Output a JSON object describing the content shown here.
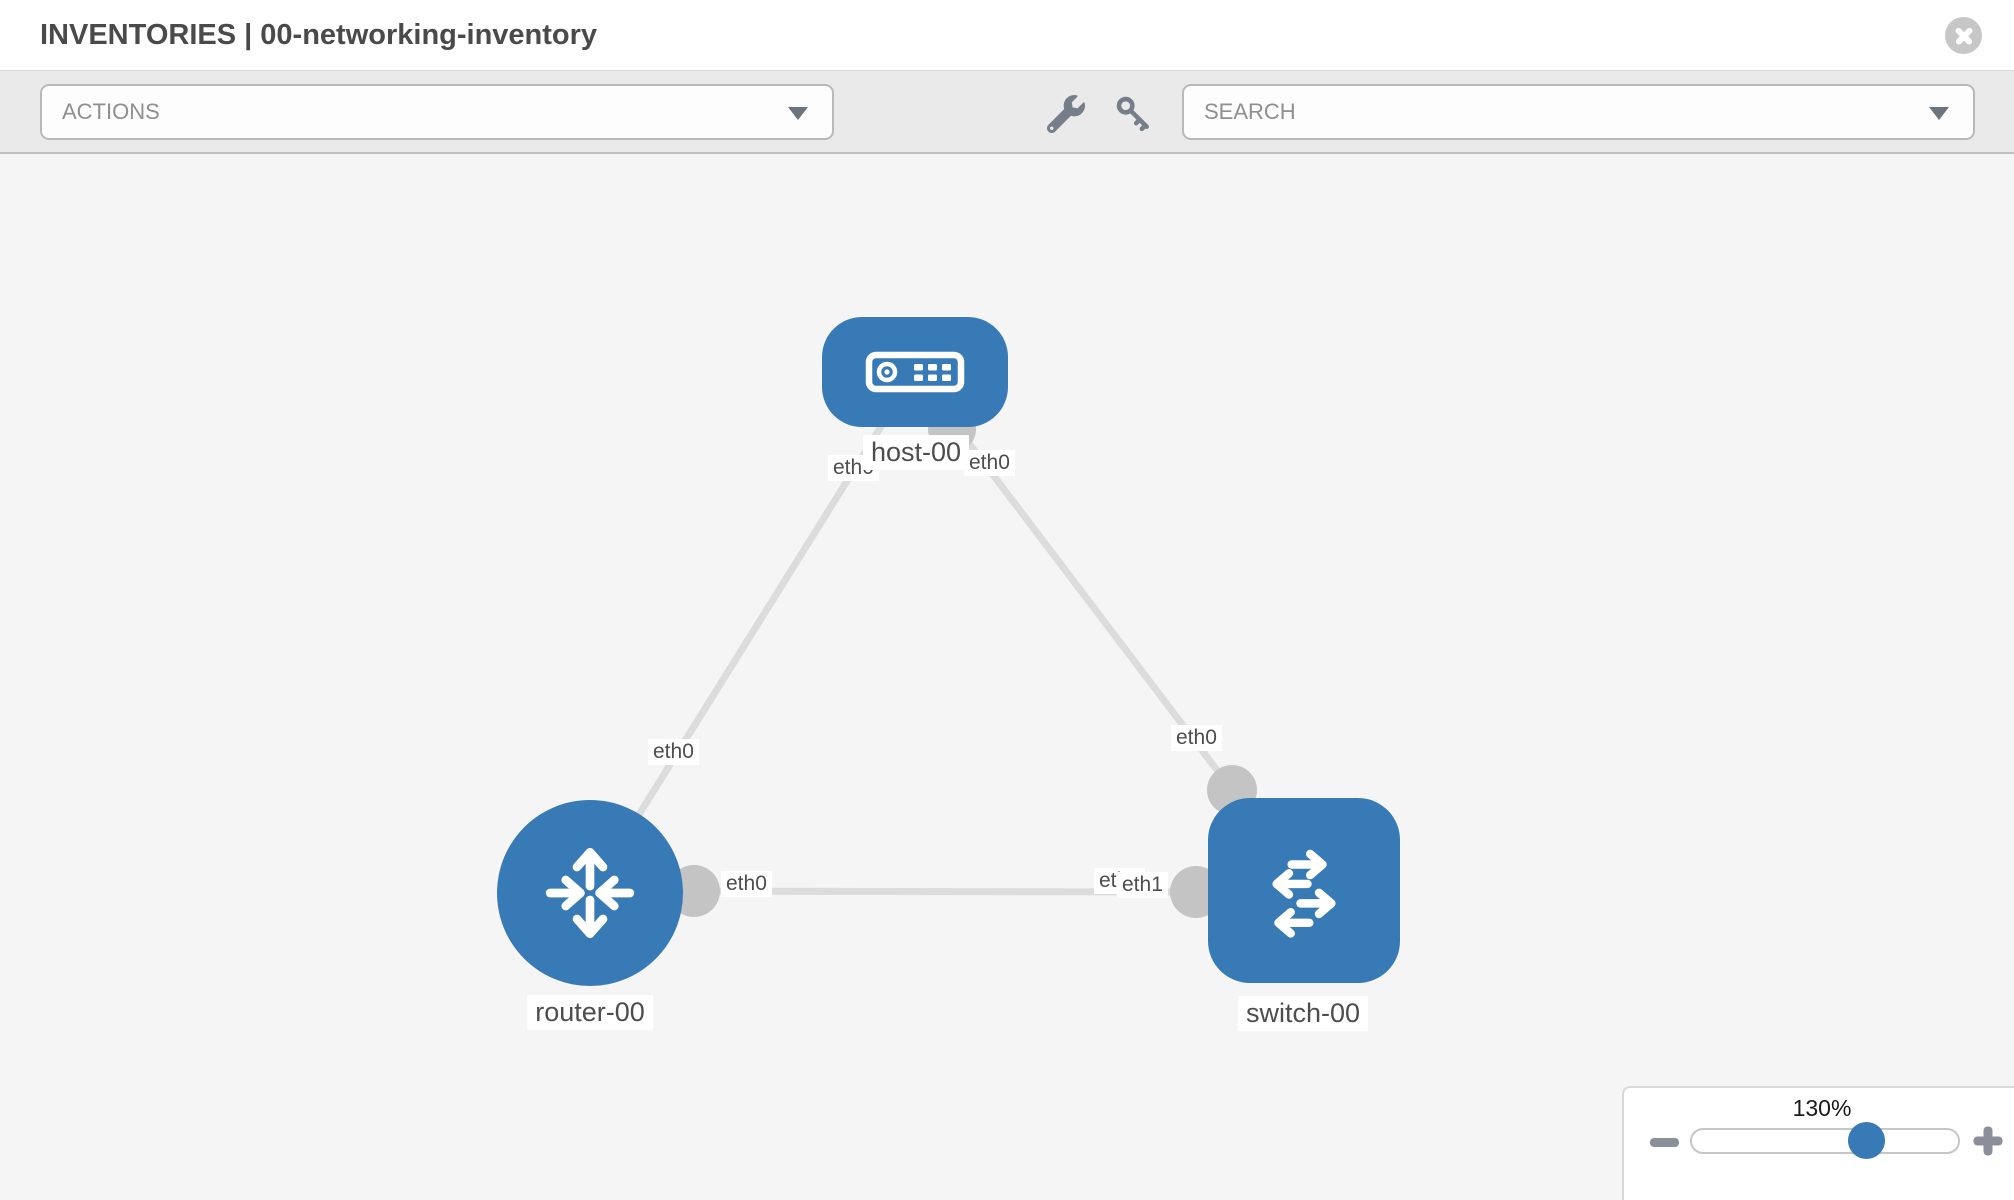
{
  "header": {
    "title": "INVENTORIES | 00-networking-inventory"
  },
  "toolbar": {
    "actions_label": "ACTIONS",
    "search_label": "SEARCH"
  },
  "icons": {
    "close": "circle-x",
    "wrench": "wrench",
    "key": "key",
    "dropdown_caret": "triangle-down",
    "zoom_out": "minus",
    "zoom_in": "plus"
  },
  "topology": {
    "nodes": [
      {
        "id": "host-00",
        "type": "host",
        "label": "host-00"
      },
      {
        "id": "router-00",
        "type": "router",
        "label": "router-00"
      },
      {
        "id": "switch-00",
        "type": "switch",
        "label": "switch-00"
      }
    ],
    "links": [
      {
        "from": "host-00",
        "to": "router-00"
      },
      {
        "from": "host-00",
        "to": "switch-00"
      },
      {
        "from": "router-00",
        "to": "switch-00"
      }
    ],
    "interfaces": [
      {
        "label": "eth0",
        "node": "host-00",
        "link": "host-00_router-00"
      },
      {
        "label": "eth0",
        "node": "host-00",
        "link": "host-00_switch-00"
      },
      {
        "label": "eth0",
        "node": "router-00",
        "link": "host-00_router-00"
      },
      {
        "label": "eth0",
        "node": "switch-00",
        "link": "host-00_switch-00"
      },
      {
        "label": "eth0",
        "node": "router-00",
        "link": "router-00_switch-00"
      },
      {
        "label": "eth0",
        "node": "switch-00",
        "link": "router-00_switch-00",
        "note": "partially covered by eth1 label"
      },
      {
        "label": "eth1",
        "node": "switch-00",
        "link": "router-00_switch-00"
      }
    ]
  },
  "zoom_control": {
    "level": "130%"
  },
  "colors": {
    "node_blue": "#377ab6",
    "link_gray": "#dcdcdc",
    "dot_gray": "#c4c4c4",
    "canvas_bg": "#f5f5f5",
    "toolbar_bg": "#eaeaea",
    "label_text": "#4d4d4d",
    "icon_gray": "#767e8a"
  }
}
